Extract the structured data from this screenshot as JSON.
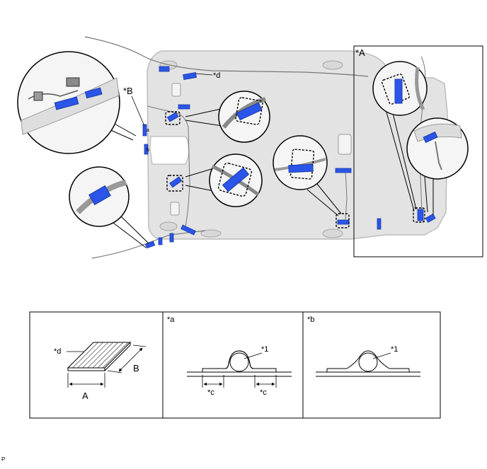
{
  "colors": {
    "tape": "#2b55e8",
    "tape_edge": "#1a3aa8",
    "headliner": "#e3e3e3",
    "headliner_edge": "#bdbdbd",
    "line": "#000000"
  },
  "labels": {
    "callout_A": "*A",
    "callout_B": "*B",
    "callout_d": "*d",
    "callout_a": "a",
    "callout_b": "b"
  },
  "legend": {
    "panel1": {
      "label_d": "*d",
      "dim_A": "A",
      "dim_B": "B"
    },
    "panel2": {
      "title": "*a",
      "label_1": "*1",
      "label_c_left": "*c",
      "label_c_right": "*c"
    },
    "panel3": {
      "title": "*b",
      "label_1": "*1"
    }
  },
  "figure_id": "P"
}
